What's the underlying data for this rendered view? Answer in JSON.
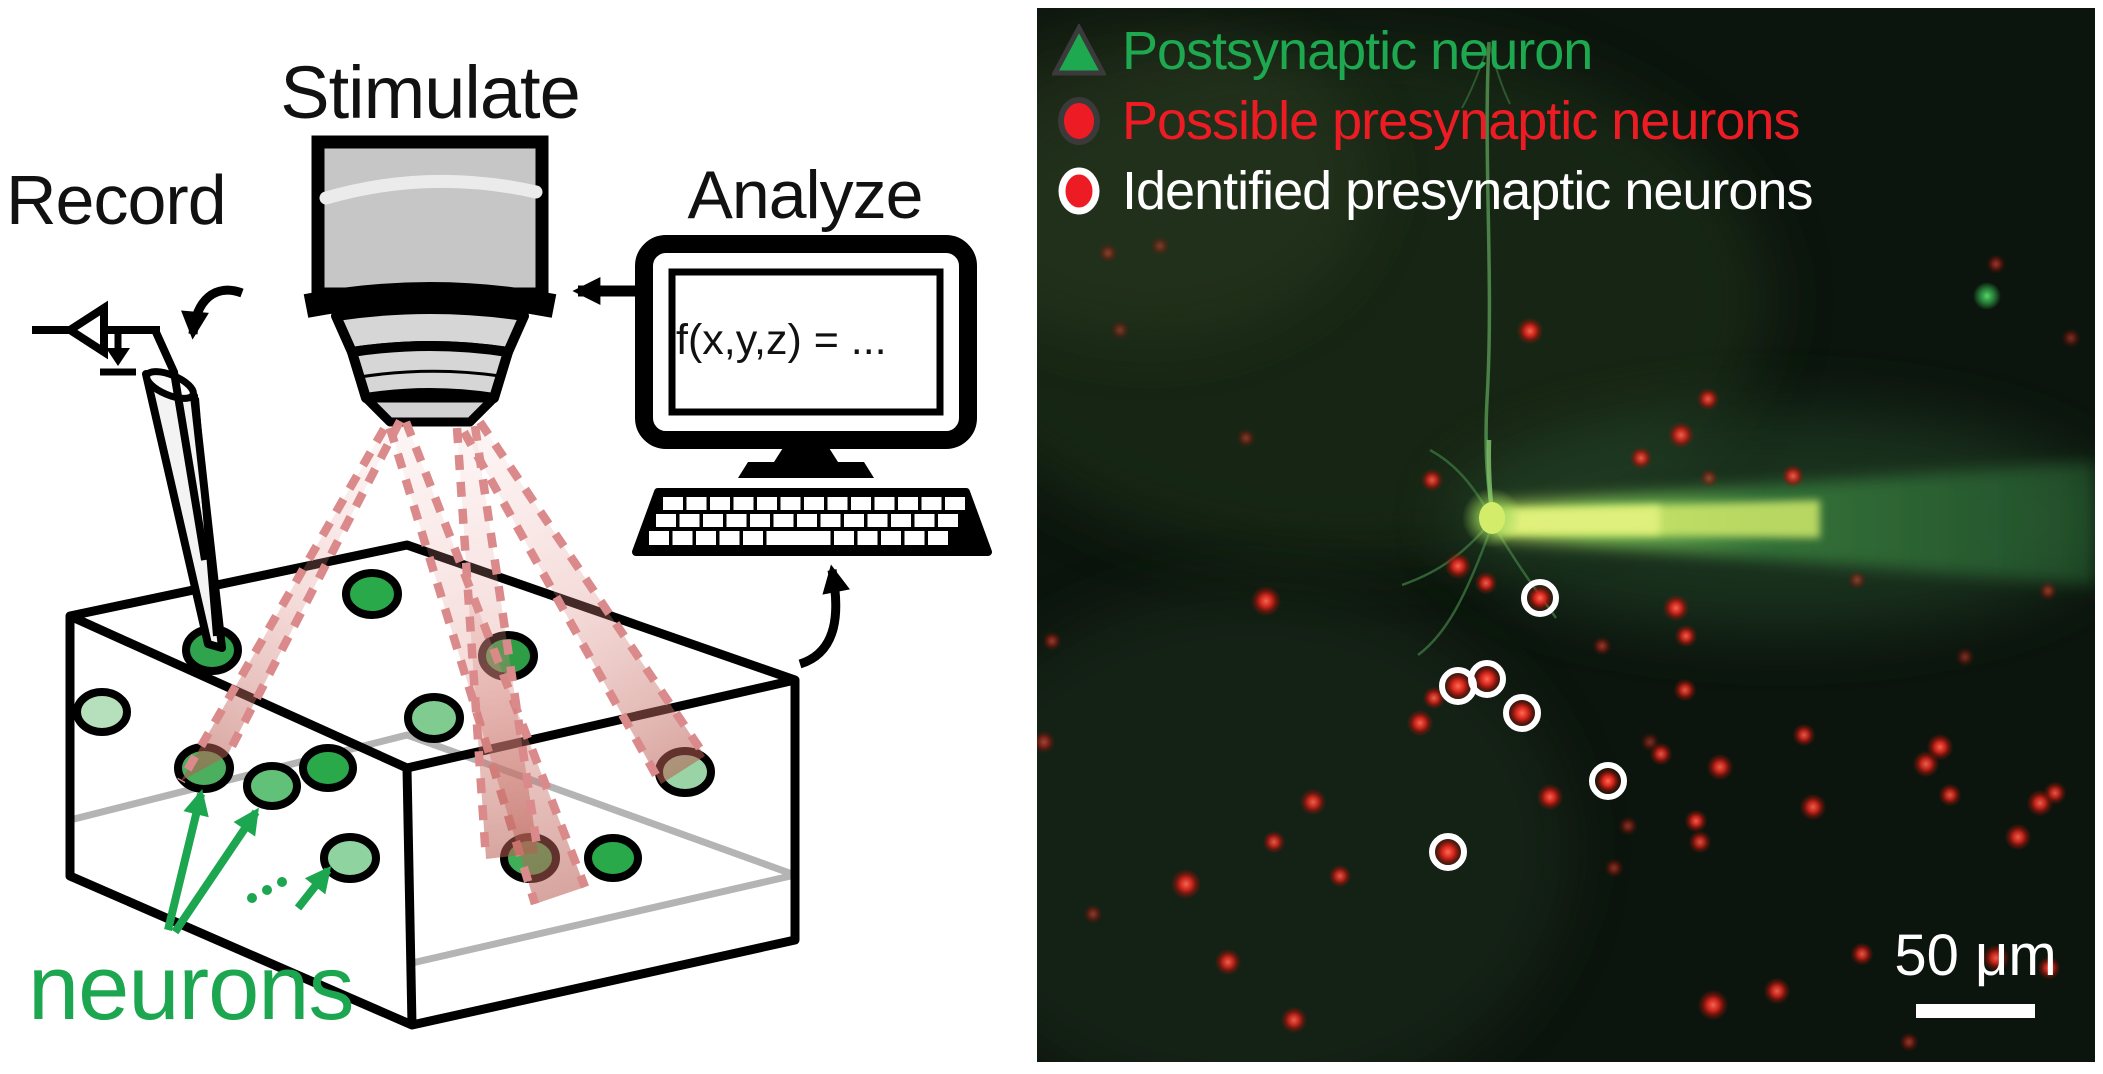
{
  "figure": {
    "left_panel": {
      "labels": {
        "record": "Record",
        "stimulate": "Stimulate",
        "analyze": "Analyze",
        "screen_formula": "f(x,y,z) = ...",
        "neurons": "neurons"
      }
    },
    "right_panel": {
      "legend": [
        {
          "marker": "green-triangle",
          "label": "Postsynaptic neuron",
          "color": "#1EA850"
        },
        {
          "marker": "red-circle-dark-ring",
          "label": "Possible presynaptic neurons",
          "color": "#ED1C24"
        },
        {
          "marker": "red-circle-white-ring",
          "label": "Identified presynaptic neurons",
          "color": "#FFFFFF"
        }
      ],
      "scale_bar": {
        "label": "50 μm",
        "length_um": 50
      },
      "micrograph": {
        "red_dots": [
          [
            1530,
            331,
            7,
            0.95
          ],
          [
            1458,
            566,
            7,
            0.95
          ],
          [
            1540,
            598,
            7,
            1
          ],
          [
            1458,
            686,
            8,
            1
          ],
          [
            1487,
            679,
            8,
            1
          ],
          [
            1522,
            713,
            8,
            1
          ],
          [
            1608,
            781,
            7,
            1
          ],
          [
            1448,
            852,
            8,
            1
          ],
          [
            1434,
            698,
            6,
            0.9
          ],
          [
            1420,
            723,
            7,
            0.95
          ],
          [
            1550,
            797,
            7,
            0.95
          ],
          [
            1676,
            608,
            7,
            0.95
          ],
          [
            1686,
            636,
            6,
            0.9
          ],
          [
            1696,
            821,
            6,
            0.9
          ],
          [
            1720,
            767,
            7,
            0.9
          ],
          [
            1266,
            601,
            8,
            0.95
          ],
          [
            1486,
            583,
            6,
            0.9
          ],
          [
            1186,
            884,
            8,
            0.95
          ],
          [
            1228,
            962,
            7,
            0.9
          ],
          [
            1294,
            1020,
            7,
            0.9
          ],
          [
            1274,
            842,
            6,
            0.85
          ],
          [
            1313,
            802,
            7,
            0.9
          ],
          [
            1340,
            876,
            6,
            0.85
          ],
          [
            1685,
            690,
            6,
            0.85
          ],
          [
            1661,
            754,
            6,
            0.85
          ],
          [
            1700,
            842,
            6,
            0.8
          ],
          [
            1713,
            1005,
            8,
            0.95
          ],
          [
            1804,
            735,
            6,
            0.85
          ],
          [
            1813,
            807,
            7,
            0.9
          ],
          [
            1926,
            764,
            7,
            0.9
          ],
          [
            1940,
            747,
            7,
            0.95
          ],
          [
            1950,
            795,
            6,
            0.85
          ],
          [
            2040,
            803,
            7,
            0.9
          ],
          [
            2055,
            793,
            6,
            0.85
          ],
          [
            2018,
            837,
            7,
            0.9
          ],
          [
            1996,
            958,
            7,
            0.9
          ],
          [
            2049,
            968,
            6,
            0.85
          ],
          [
            1862,
            954,
            6,
            0.85
          ],
          [
            1777,
            991,
            7,
            0.9
          ],
          [
            1681,
            435,
            7,
            0.9
          ],
          [
            1641,
            458,
            6,
            0.85
          ],
          [
            1708,
            399,
            6,
            0.85
          ],
          [
            1793,
            476,
            6,
            0.85
          ],
          [
            1432,
            480,
            6,
            0.85
          ],
          [
            1080,
            120,
            5,
            0.4
          ],
          [
            1108,
            253,
            5,
            0.4
          ],
          [
            1160,
            246,
            5,
            0.35
          ],
          [
            1052,
            641,
            5,
            0.5
          ],
          [
            1044,
            742,
            6,
            0.55
          ],
          [
            1093,
            914,
            5,
            0.45
          ],
          [
            1602,
            646,
            5,
            0.5
          ],
          [
            1628,
            826,
            5,
            0.45
          ],
          [
            1650,
            742,
            5,
            0.4
          ],
          [
            1614,
            868,
            5,
            0.45
          ],
          [
            1909,
            1042,
            5,
            0.5
          ],
          [
            1965,
            657,
            5,
            0.4
          ],
          [
            2048,
            591,
            5,
            0.45
          ],
          [
            1857,
            580,
            5,
            0.4
          ],
          [
            1996,
            264,
            5,
            0.5
          ],
          [
            2071,
            338,
            5,
            0.4
          ],
          [
            1709,
            478,
            5,
            0.45
          ],
          [
            1246,
            438,
            5,
            0.4
          ],
          [
            1120,
            330,
            5,
            0.35
          ]
        ],
        "identified_circles": [
          [
            1540,
            598
          ],
          [
            1458,
            686
          ],
          [
            1487,
            679
          ],
          [
            1522,
            713
          ],
          [
            1608,
            781
          ],
          [
            1448,
            852
          ]
        ],
        "green_spot": [
          1987,
          296
        ]
      }
    },
    "colors": {
      "legend_green": "#1EA850",
      "legend_red": "#ED1C24",
      "legend_white": "#FFFFFF",
      "neuron_green": "#2AA94B",
      "neurons_label_green": "#1CA64F",
      "beam_pink": "#D98C86",
      "label_black": "#111111"
    }
  }
}
